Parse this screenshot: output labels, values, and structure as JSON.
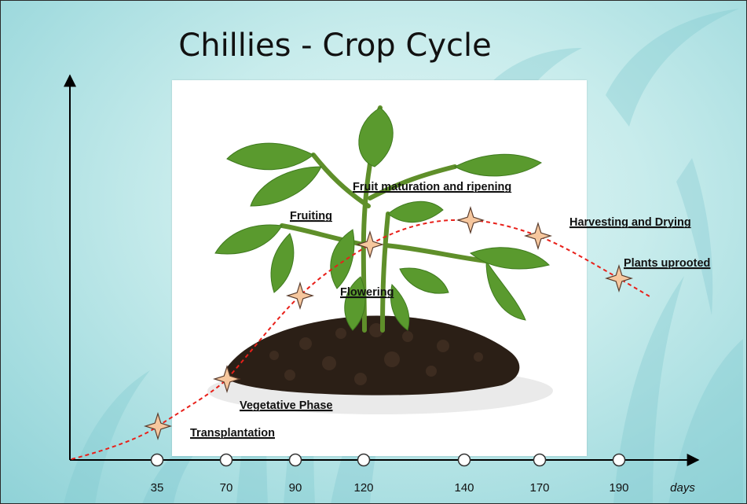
{
  "title": "Chillies - Crop Cycle",
  "chart_data": {
    "type": "line",
    "x_axis": {
      "ticks": [
        "35",
        "70",
        "90",
        "120",
        "140",
        "170",
        "190"
      ],
      "unit_label": "days"
    },
    "stages": [
      {
        "label": "Transplantation",
        "day": 35
      },
      {
        "label": "Vegetative Phase",
        "day": 70
      },
      {
        "label": "Flowering",
        "day": 90
      },
      {
        "label": "Fruiting",
        "day": 120
      },
      {
        "label": "Fruit maturation and ripening",
        "day": 140
      },
      {
        "label": "Harvesting and Drying",
        "day": 170
      },
      {
        "label": "Plants uprooted",
        "day": 190
      }
    ],
    "curve_style": "red-dashed",
    "marker": "four-point-star",
    "colors": {
      "curve": "#e8201a",
      "marker_fill": "#f6c79e",
      "marker_stroke": "#5a3c2c",
      "axis": "#000000"
    }
  }
}
